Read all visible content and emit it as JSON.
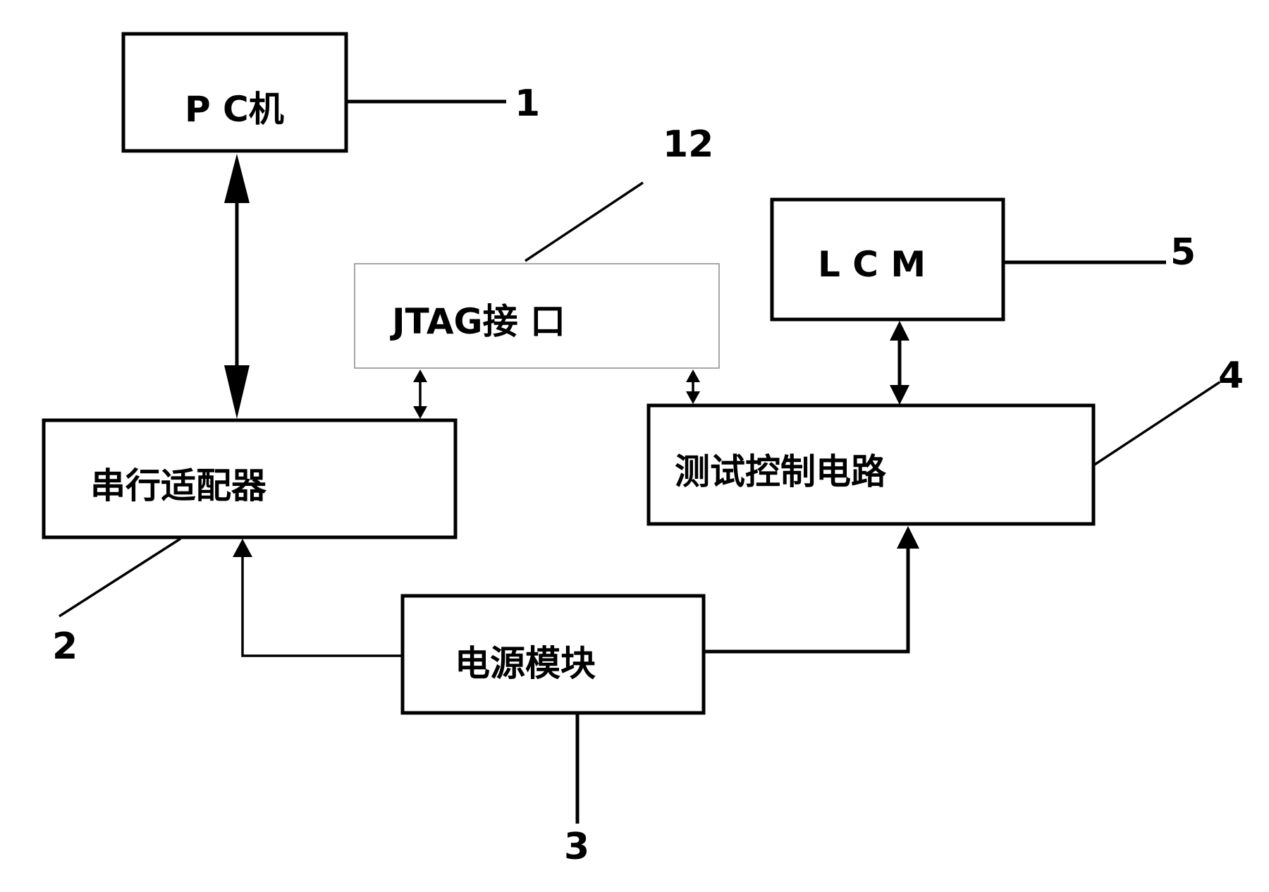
{
  "blocks": {
    "pc": "P C机",
    "jtag": "JTAG接 口",
    "lcm": "L C M",
    "serial_adapter": "串行适配器",
    "test_control": "测试控制电路",
    "power": "电源模块"
  },
  "ref_numbers": {
    "pc": "1",
    "serial_adapter": "2",
    "power": "3",
    "test_control": "4",
    "lcm": "5",
    "jtag": "12"
  }
}
